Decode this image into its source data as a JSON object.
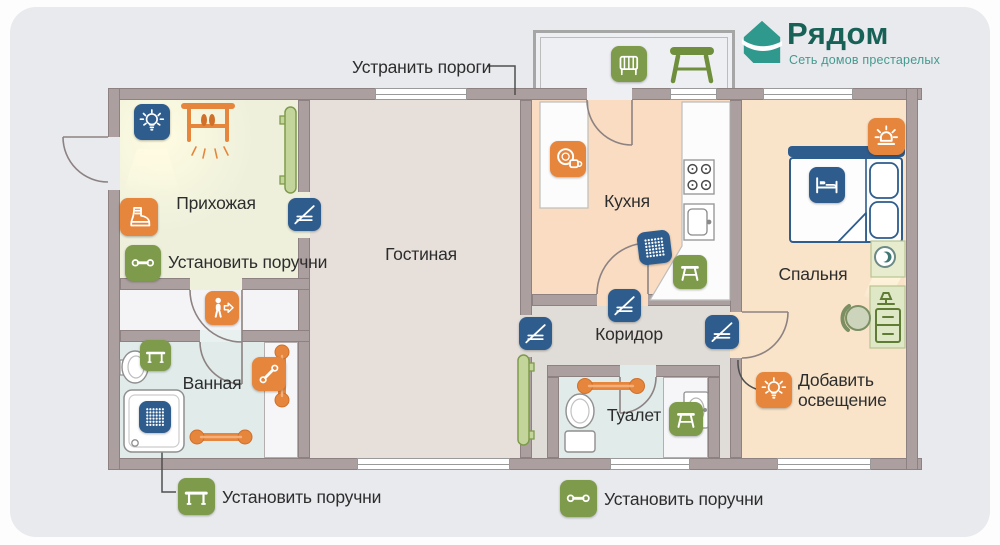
{
  "brand": {
    "name": "Рядом",
    "tagline": "Сеть домов престарелых",
    "logo_icon": "house-icon",
    "brand_color": "#2f998d",
    "name_color": "#186157",
    "tagline_color": "#449a90"
  },
  "rooms": {
    "hallway": "Прихожая",
    "living_room": "Гостиная",
    "kitchen": "Кухня",
    "bedroom": "Спальня",
    "bathroom": "Ванная",
    "corridor": "Коридор",
    "toilet": "Туалет"
  },
  "annotations": {
    "remove_thresholds": "Устранить пороги",
    "handrails_hall": "Установить поручни",
    "handrails_shower": "Установить поручни",
    "handrails_toilet": "Установить поручни",
    "add_lighting": "Добавить освещение"
  },
  "icon_names": [
    "lightbulb-icon",
    "boot-icon",
    "grab-bar-icon",
    "no-threshold-icon",
    "person-exit-icon",
    "bench-icon",
    "diagonal-grab-bar-icon",
    "anti-slip-mat-icon",
    "dishes-icon",
    "stool-icon",
    "crib-rail-icon",
    "bed-icon",
    "alarm-button-icon",
    "house-icon"
  ],
  "palette": {
    "icon_blue": "#2d5c8d",
    "icon_orange": "#e6853c",
    "icon_green": "#7e9b4b",
    "wall": "#ab9f9f",
    "floor_hallway": "#eef0dc",
    "floor_living": "#e6dfda",
    "floor_kitchen": "#f9dcc1",
    "floor_bedroom": "#f9e4ca",
    "floor_bath": "#e0ebea",
    "floor_corridor": "#e0dcd7",
    "floor_lobby": "#f4f4f6",
    "card": "#e9eaee"
  }
}
